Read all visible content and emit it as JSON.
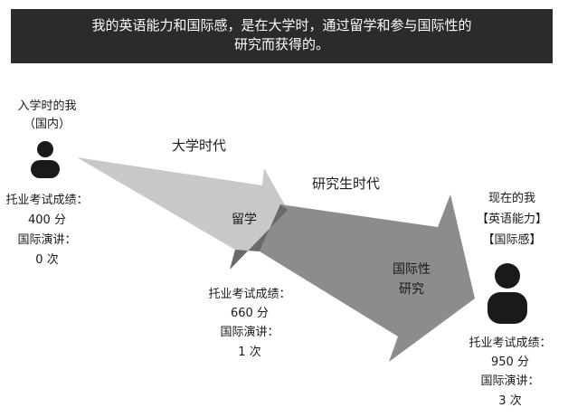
{
  "banner": {
    "line1": "我的英语能力和国际感，是在大学时，通过留学和参与国际性的",
    "line2": "研究而获得的。"
  },
  "colors": {
    "banner_bg": "#2b2b2b",
    "arrow_light": "#c8c8c8",
    "arrow_mid": "#8c8c8c",
    "arrow_dark": "#6a6a6a",
    "icon": "#1a1a1a"
  },
  "start": {
    "title": "入学时的我",
    "subtitle": "（国内）",
    "toefl_label": "托业考试成绩：",
    "toefl_score": "400 分",
    "speech_label": "国际演讲：",
    "speech_count": "0 次",
    "icon": "person-icon"
  },
  "phases": {
    "university": "大学时代",
    "graduate": "研究生时代",
    "study_abroad": "留学",
    "research_line1": "国际性",
    "research_line2": "研究"
  },
  "middle": {
    "toefl_label": "托业考试成绩：",
    "toefl_score": "660 分",
    "speech_label": "国际演讲：",
    "speech_count": "1 次"
  },
  "current": {
    "title": "现在的我",
    "tag1": "【英语能力】",
    "tag2": "【国际感】",
    "toefl_label": "托业考试成绩：",
    "toefl_score": "950 分",
    "speech_label": "国际演讲：",
    "speech_count": "3 次",
    "icon": "person-icon"
  }
}
